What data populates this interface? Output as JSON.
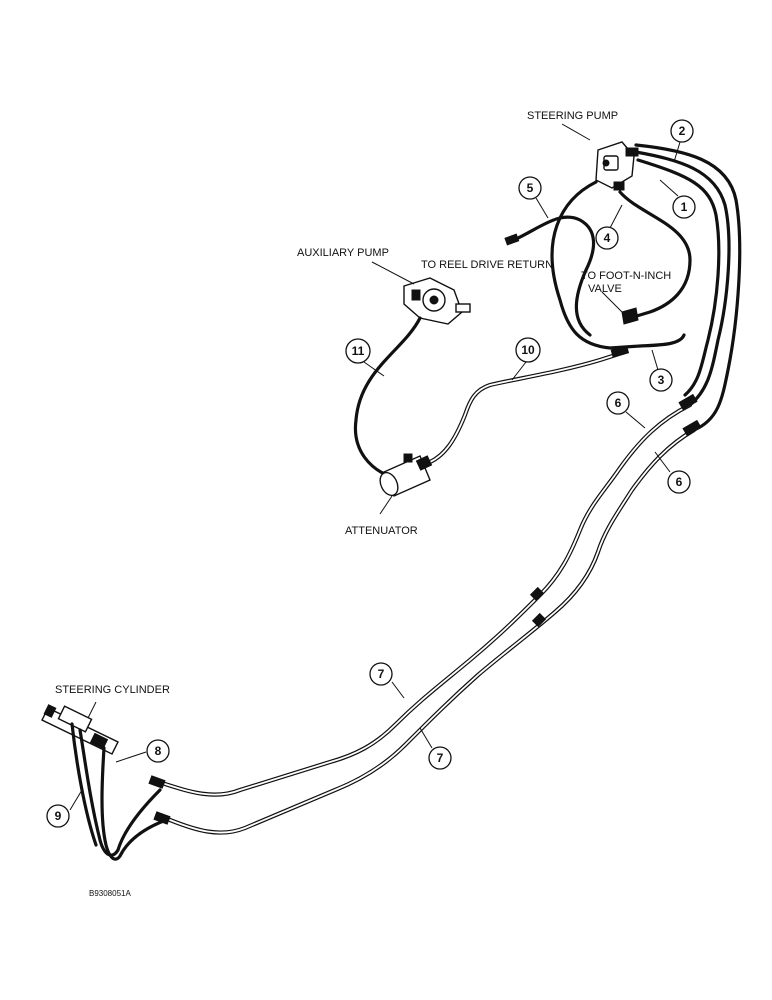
{
  "labels": {
    "steering_pump": "STEERING PUMP",
    "auxiliary_pump": "AUXILIARY PUMP",
    "to_reel_drive_return": "TO REEL DRIVE RETURN",
    "to_foot_n_inch_line1": "TO FOOT-N-INCH",
    "to_foot_n_inch_line2": "VALVE",
    "attenuator": "ATTENUATOR",
    "steering_cylinder": "STEERING CYLINDER"
  },
  "callouts": {
    "c1": "1",
    "c2": "2",
    "c3": "3",
    "c4": "4",
    "c5": "5",
    "c6a": "6",
    "c6b": "6",
    "c7a": "7",
    "c7b": "7",
    "c8": "8",
    "c9": "9",
    "c10": "10",
    "c11": "11"
  },
  "figure_code": "B9308051A"
}
